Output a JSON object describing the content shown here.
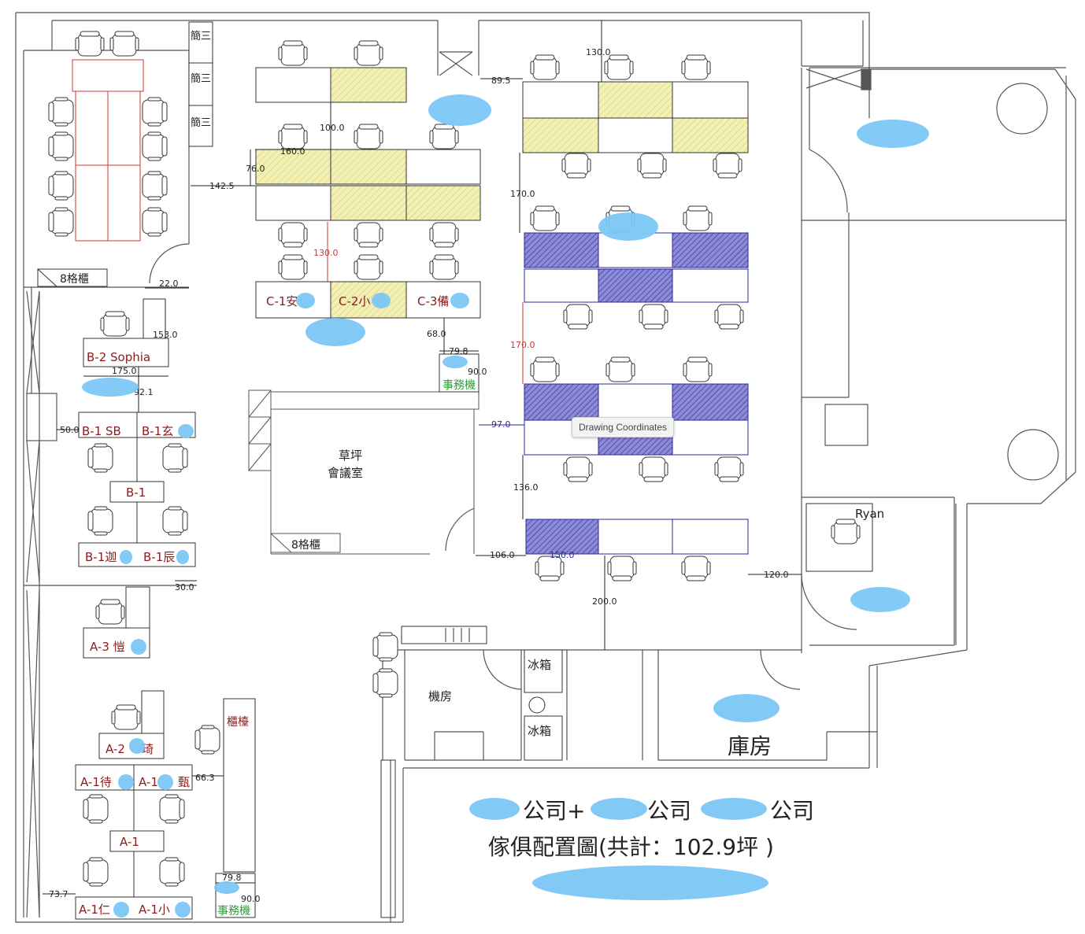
{
  "tooltip": "Drawing Coordinates",
  "colors": {
    "wall": "#555555",
    "desk_line": "#333333",
    "yellow_fill": "#f3f0b4",
    "blue_fill": "#7b78c8",
    "blue_line": "#2a2a9c",
    "red_line": "#d53535",
    "label_red": "#8b1c1c",
    "label_green": "#2f9a3a",
    "redaction": "#7cc7f5",
    "dim_text": "#222222"
  },
  "rooms": {
    "meeting": [
      "草坪",
      "會議室"
    ],
    "server": "機房",
    "storage": "庫房",
    "fridge_1": "冰箱",
    "fridge_2": "冰箱",
    "cabinet_left": "8格櫃",
    "cabinet_meeting": "8格櫃",
    "cabinet_tall": "櫃檯"
  },
  "desks": {
    "c1": "C-1安",
    "c2": "C-2小",
    "c3": "C-3備",
    "b2": "B-2 Sophia",
    "b1_sb": "B-1 SB",
    "b1_xuan": "B-1玄",
    "b1": "B-1",
    "b1_jia": "B-1迦",
    "b1_chen": "B-1辰",
    "a3": "A-3 愷",
    "a2": "A-2",
    "a2_tail": "琦",
    "a1_dai": "A-1待",
    "a1_zhen": "A-1",
    "a1_zhen_tail": "甄",
    "a1": "A-1",
    "a1_ren": "A-1仁",
    "a1_xiao": "A-1小",
    "ryan": "Ryan",
    "copier_1": "事務機",
    "copier_2": "事務機"
  },
  "dimensions": {
    "d1425": "142.5",
    "d1600": "160.0",
    "d760": "76.0",
    "d1000": "100.0",
    "d1300_red": "130.0",
    "d1300_top": "130.0",
    "d895": "89.5",
    "d1700": "170.0",
    "d1700_red": "170.0",
    "d970": "97.0",
    "d1360": "136.0",
    "d1060": "106.0",
    "d1500": "150.0",
    "d2000": "200.0",
    "d1200": "120.0",
    "d220": "22.0",
    "d1530": "153.0",
    "d1750": "175.0",
    "d921": "92.1",
    "d500": "50.0",
    "d300": "30.0",
    "d680": "68.0",
    "d798": "79.8",
    "d900": "90.0",
    "d663": "66.3",
    "d737": "73.7",
    "d798b": "79.8",
    "d900b": "90.0"
  },
  "title": {
    "line1_a": "公司+",
    "line1_b": "公司",
    "line1_c": "公司",
    "line2": "傢俱配置圖(共計：102.9坪 )"
  }
}
